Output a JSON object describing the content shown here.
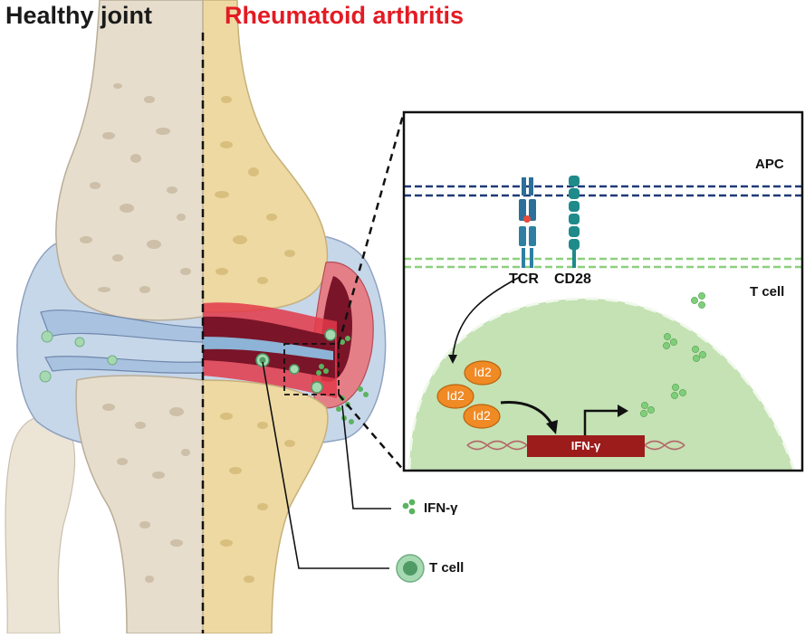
{
  "titles": {
    "healthy": "Healthy joint",
    "disease": "Rheumatoid arthritis"
  },
  "inset": {
    "apc": "APC",
    "tcell": "T cell",
    "tcr": "TCR",
    "cd28": "CD28",
    "id2_a": "Id2",
    "id2_b": "Id2",
    "id2_c": "Id2",
    "gene": "IFN-γ"
  },
  "legend": {
    "ifng": "IFN-γ",
    "tcell": "T cell"
  },
  "colors": {
    "disease_red": "#e31b23",
    "bone_healthy": "#e6ddcc",
    "bone_ra": "#eed9a2",
    "synovium": "#c7d7ea",
    "inflamed": "#c8102e",
    "apc_membrane": "#1f3a78",
    "tcell_membrane": "#8ccf7e",
    "nucleus": "#c4e2b4",
    "id2": "#f08a24",
    "gene_box": "#9c1c1c"
  }
}
